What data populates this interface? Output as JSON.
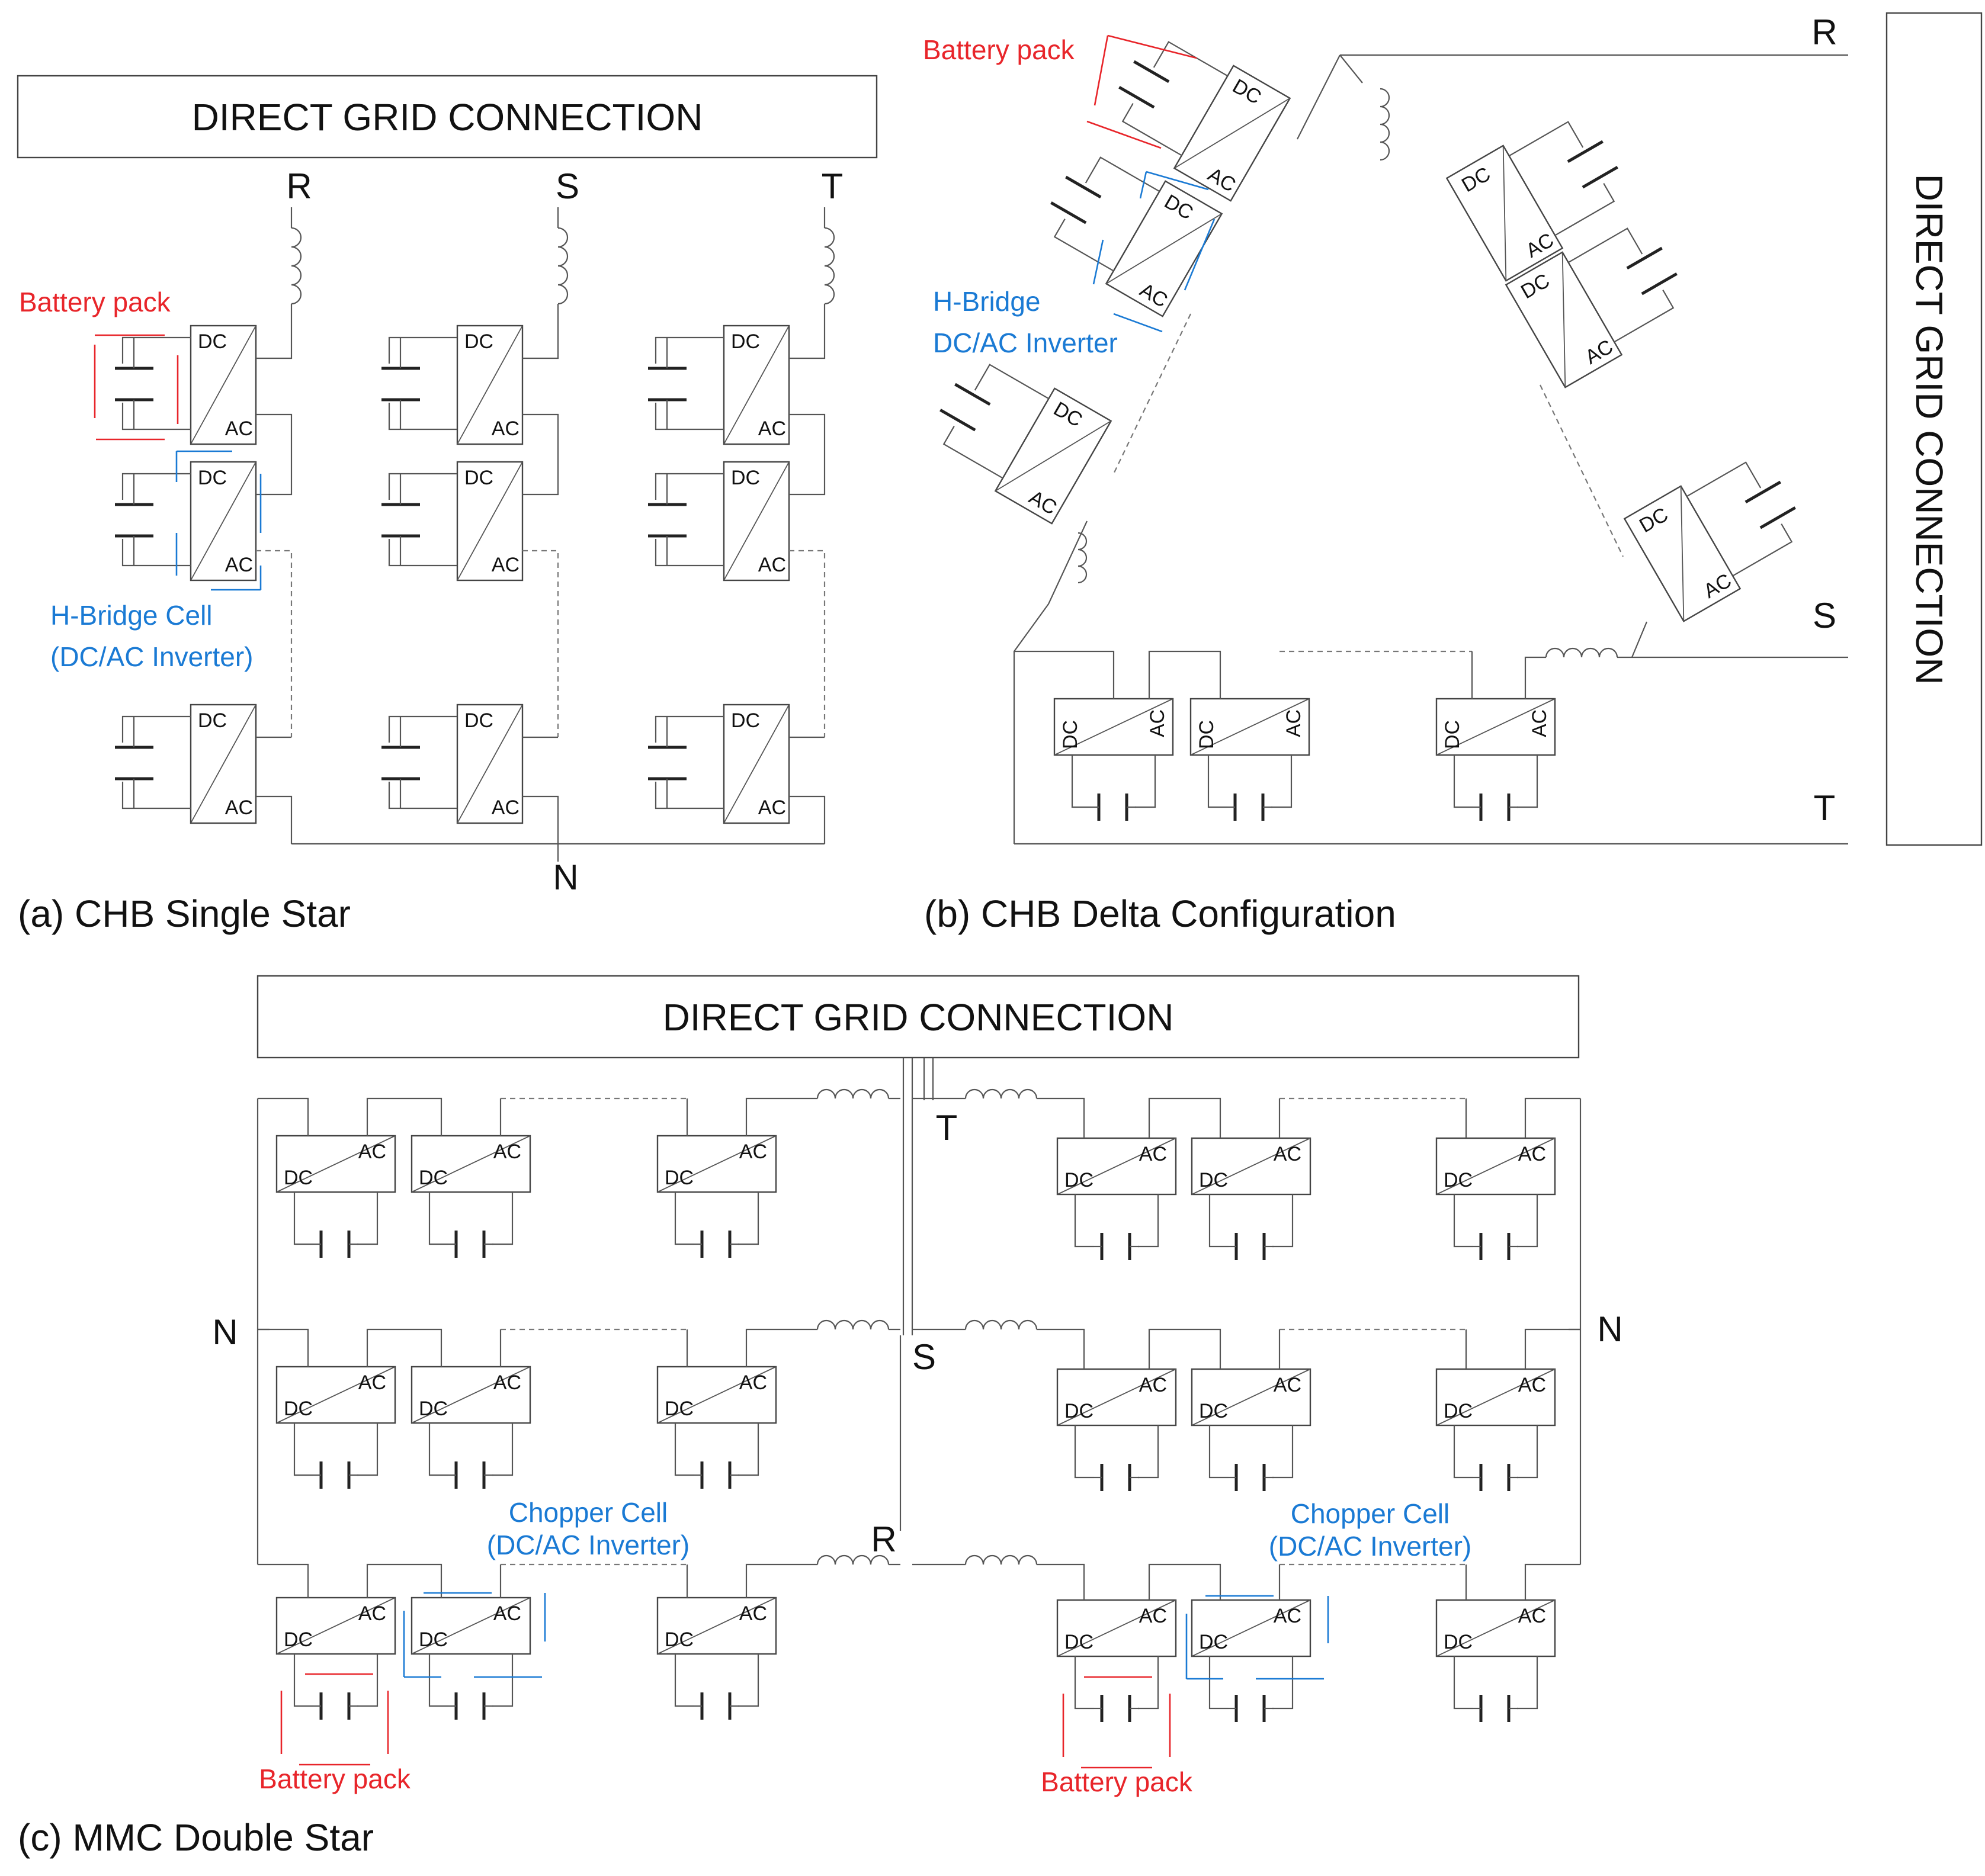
{
  "grid_label": "DIRECT GRID CONNECTION",
  "captions": {
    "a": "(a) CHB Single Star",
    "b": "(b) CHB Delta Configuration",
    "c": "(c) MMC Double Star"
  },
  "phases": {
    "r": "R",
    "s": "S",
    "t": "T",
    "n": "N"
  },
  "cell_labels": {
    "dc": "DC",
    "ac": "AC"
  },
  "annotations": {
    "battery_pack": "Battery pack",
    "hbridge_cell_line1": "H-Bridge Cell",
    "hbridge_cell_line2": "(DC/AC Inverter)",
    "hbridge_inv_line1": "H-Bridge",
    "hbridge_inv_line2": "DC/AC Inverter",
    "chopper_line1": "Chopper Cell",
    "chopper_line2": "(DC/AC Inverter)"
  },
  "colors": {
    "battery_highlight": "#e8252a",
    "cell_highlight": "#1a7ad4",
    "wire": "#555555"
  }
}
